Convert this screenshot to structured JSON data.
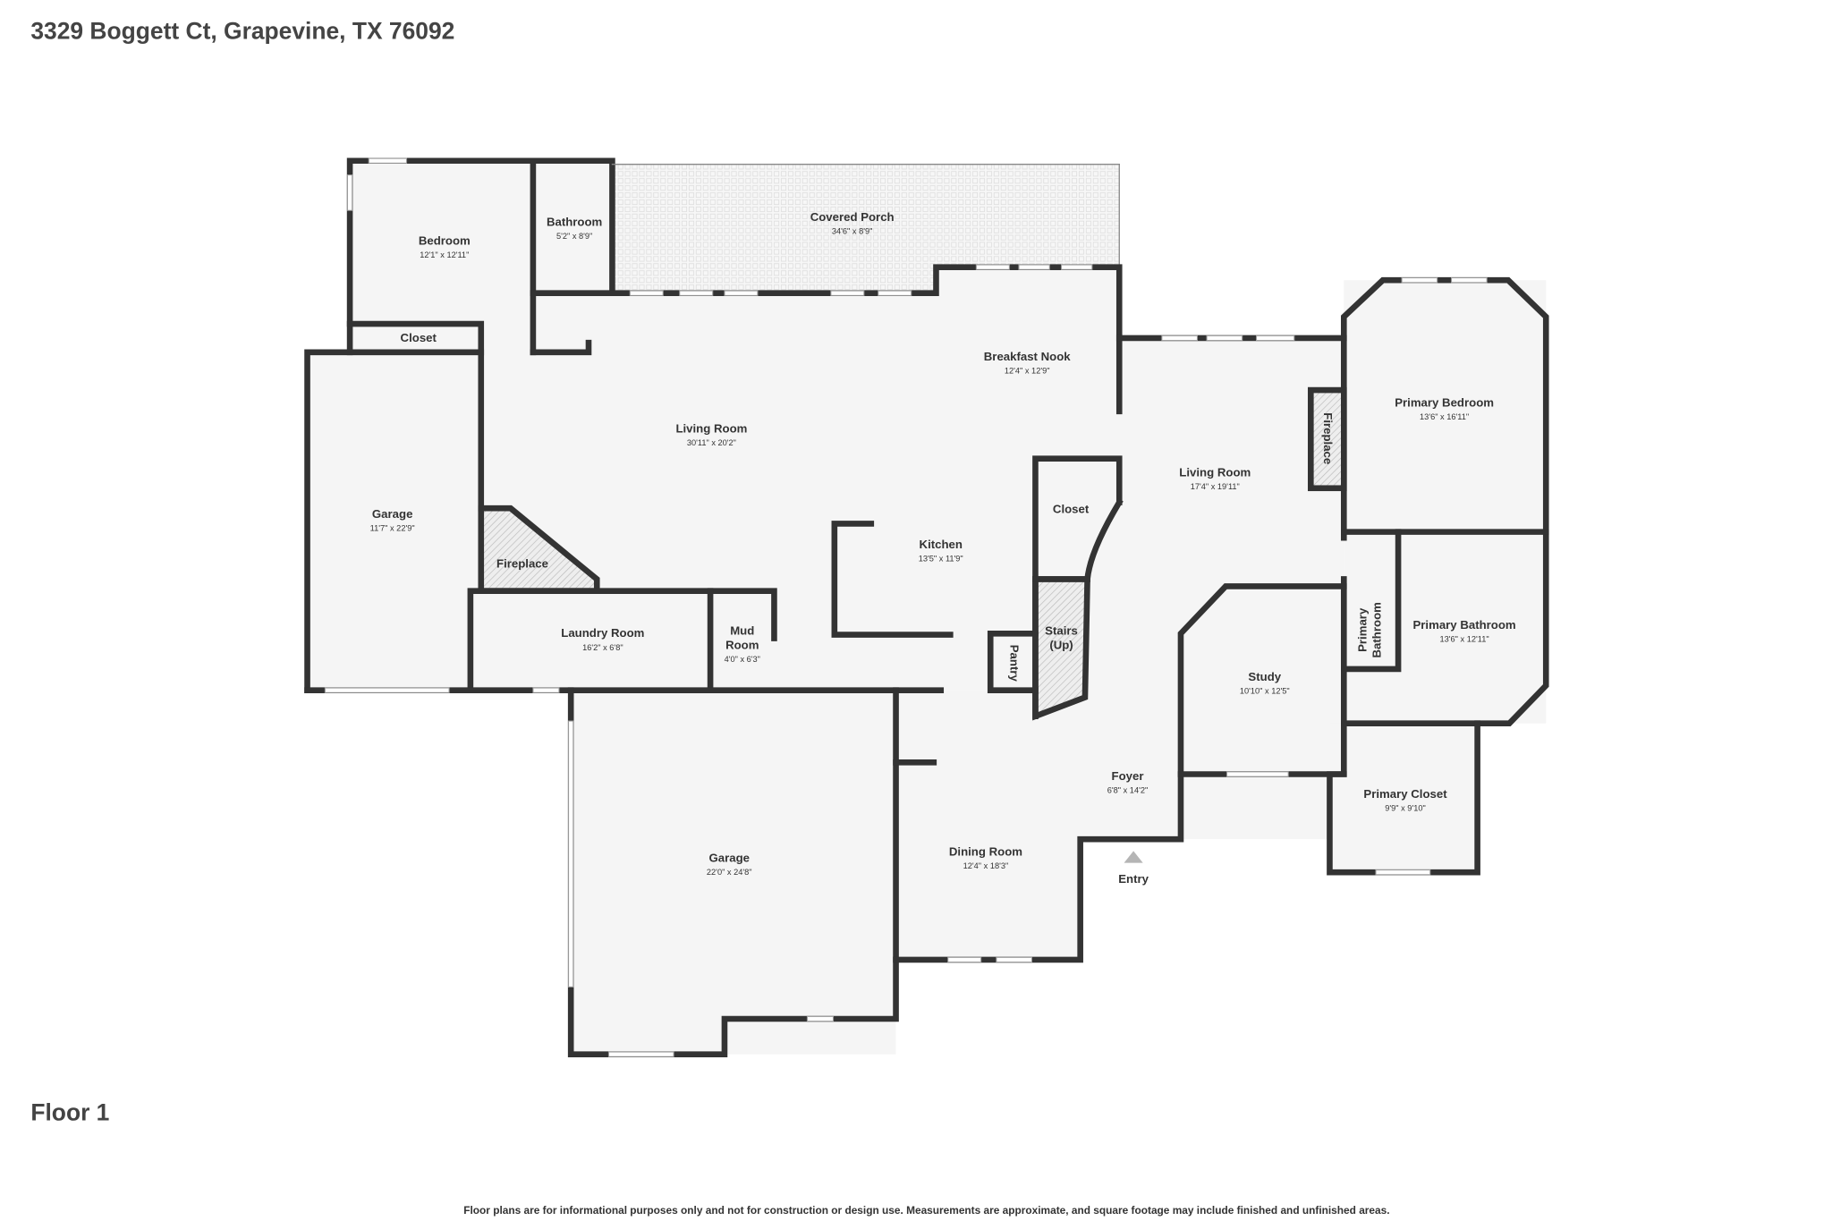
{
  "header": {
    "address": "3329 Boggett Ct, Grapevine, TX 76092"
  },
  "floor_label": "Floor 1",
  "disclaimer": "Floor plans are for informational purposes only and not for construction or design use. Measurements are approximate, and square footage may include finished and unfinished areas.",
  "colors": {
    "wall": "#333333",
    "floor": "#f5f5f5",
    "hatch": "#bbbbbb"
  },
  "rooms": {
    "bedroom": {
      "name": "Bedroom",
      "dims": "12'1\" x 12'11\""
    },
    "bathroom": {
      "name": "Bathroom",
      "dims": "5'2\" x 8'9\""
    },
    "porch": {
      "name": "Covered Porch",
      "dims": "34'6\" x 8'9\""
    },
    "bed_closet": {
      "name": "Closet"
    },
    "breakfast": {
      "name": "Breakfast Nook",
      "dims": "12'4\" x 12'9\""
    },
    "living1": {
      "name": "Living Room",
      "dims": "30'11\" x 20'2\""
    },
    "garage1": {
      "name": "Garage",
      "dims": "11'7\" x 22'9\""
    },
    "fireplace1": {
      "name": "Fireplace"
    },
    "kitchen": {
      "name": "Kitchen",
      "dims": "13'5\" x 11'9\""
    },
    "hall_closet": {
      "name": "Closet"
    },
    "living2": {
      "name": "Living Room",
      "dims": "17'4\" x 19'11\""
    },
    "fireplace2": {
      "name": "Fireplace"
    },
    "primary_bedroom": {
      "name": "Primary Bedroom",
      "dims": "13'6\" x 16'11\""
    },
    "laundry": {
      "name": "Laundry Room",
      "dims": "16'2\" x 6'8\""
    },
    "mud": {
      "name1": "Mud",
      "name2": "Room",
      "dims": "4'0\" x 6'3\""
    },
    "pantry": {
      "name": "Pantry"
    },
    "stairs": {
      "name1": "Stairs",
      "name2": "(Up)"
    },
    "primary_bath_small": {
      "name1": "Primary",
      "name2": "Bathroom"
    },
    "primary_bath": {
      "name": "Primary Bathroom",
      "dims": "13'6\" x 12'11\""
    },
    "study": {
      "name": "Study",
      "dims": "10'10\" x 12'5\""
    },
    "foyer": {
      "name": "Foyer",
      "dims": "6'8\" x 14'2\""
    },
    "primary_closet": {
      "name": "Primary Closet",
      "dims": "9'9\" x 9'10\""
    },
    "garage2": {
      "name": "Garage",
      "dims": "22'0\" x 24'8\""
    },
    "dining": {
      "name": "Dining Room",
      "dims": "12'4\" x 18'3\""
    },
    "entry": {
      "name": "Entry"
    }
  }
}
